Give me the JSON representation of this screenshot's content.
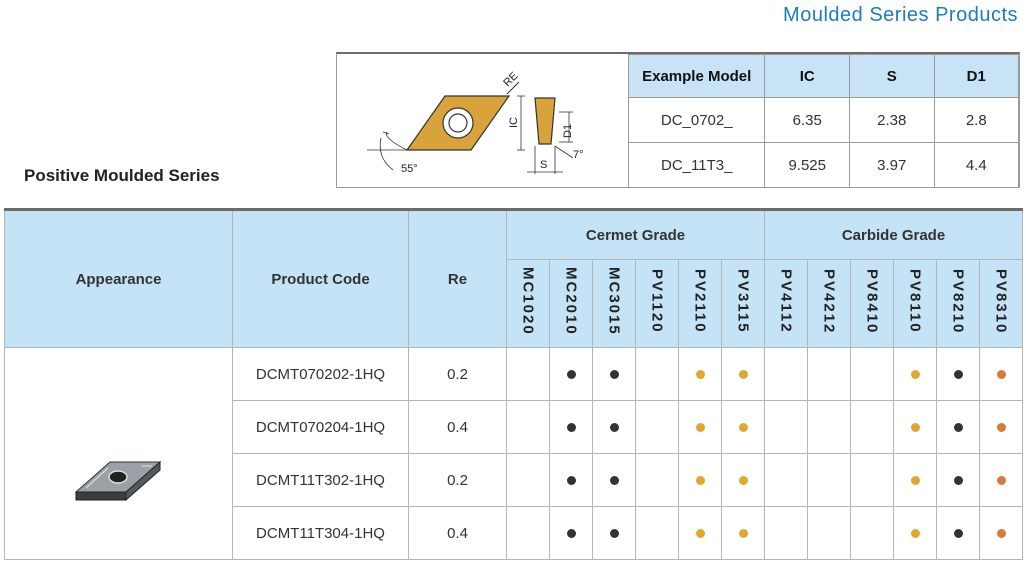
{
  "page_title": "Moulded Series Products",
  "series_title": "Positive Moulded Series",
  "diagram": {
    "labels": {
      "re": "RE",
      "ic": "IC",
      "d1": "D1",
      "s": "S",
      "angle": "55°",
      "clearance": "7°"
    }
  },
  "spec_table": {
    "headers": [
      "Example Model",
      "IC",
      "S",
      "D1"
    ],
    "rows": [
      [
        "DC_0702_",
        "6.35",
        "2.38",
        "2.8"
      ],
      [
        "DC_11T3_",
        "9.525",
        "3.97",
        "4.4"
      ]
    ]
  },
  "main_table": {
    "headers": {
      "appearance": "Appearance",
      "product_code": "Product Code",
      "re": "Re",
      "cermet_group": "Cermet Grade",
      "carbide_group": "Carbide Grade"
    },
    "grades": [
      "MC1020",
      "MC2010",
      "MC3015",
      "PV1120",
      "PV2110",
      "PV3115",
      "PV4112",
      "PV4212",
      "PV8410",
      "PV8110",
      "PV8210",
      "PV8310"
    ],
    "rows": [
      {
        "code": "DCMT070202-1HQ",
        "re": "0.2",
        "marks": [
          "",
          "black",
          "black",
          "",
          "gold",
          "gold",
          "",
          "",
          "",
          "gold",
          "black",
          "orange"
        ]
      },
      {
        "code": "DCMT070204-1HQ",
        "re": "0.4",
        "marks": [
          "",
          "black",
          "black",
          "",
          "gold",
          "gold",
          "",
          "",
          "",
          "gold",
          "black",
          "orange"
        ]
      },
      {
        "code": "DCMT11T302-1HQ",
        "re": "0.2",
        "marks": [
          "",
          "black",
          "black",
          "",
          "gold",
          "gold",
          "",
          "",
          "",
          "gold",
          "black",
          "orange"
        ]
      },
      {
        "code": "DCMT11T304-1HQ",
        "re": "0.4",
        "marks": [
          "",
          "black",
          "black",
          "",
          "gold",
          "gold",
          "",
          "",
          "",
          "gold",
          "black",
          "orange"
        ]
      }
    ]
  },
  "colors": {
    "title_blue": "#1e7bbf",
    "header_bg": "#c5e3f6",
    "mark_black": "#333333",
    "mark_gold": "#e0a830",
    "mark_orange": "#d97a3a"
  }
}
